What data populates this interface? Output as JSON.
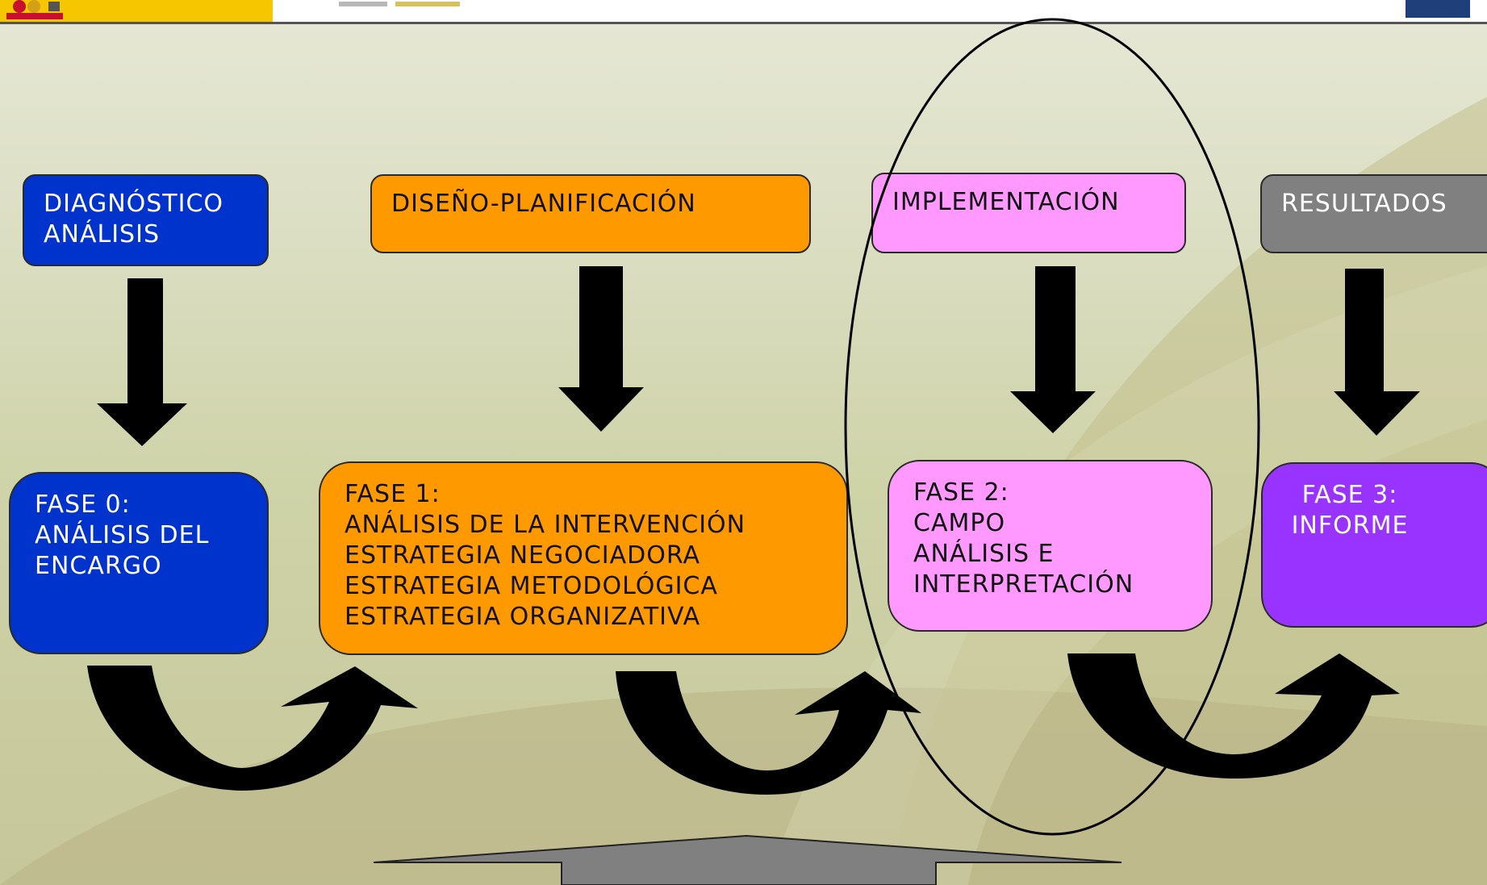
{
  "header": {
    "left_logo_icon": "coat-of-arms-icon",
    "center_logo_icon": "ministry-logo-icon",
    "right_logo_icon": "agency-logo-icon"
  },
  "stages": [
    {
      "label": "DIAGNÓSTICO\nANÁLISIS",
      "color": "#0033cc"
    },
    {
      "label": "DISEÑO-PLANIFICACIÓN",
      "color": "#ff9900"
    },
    {
      "label": "IMPLEMENTACIÓN",
      "color": "#ff99ff"
    },
    {
      "label": "RESULTADOS",
      "color": "#808080"
    }
  ],
  "phases": [
    {
      "label": "FASE 0:\nANÁLISIS DEL\nENCARGO",
      "color": "#0033cc"
    },
    {
      "label": "FASE 1:\nANÁLISIS DE LA INTERVENCIÓN\nESTRATEGIA NEGOCIADORA\nESTRATEGIA METODOLÓGICA\nESTRATEGIA ORGANIZATIVA",
      "color": "#ff9900"
    },
    {
      "label": "FASE 2:\nCAMPO\nANÁLISIS E\nINTERPRETACIÓN",
      "color": "#ff99ff"
    },
    {
      "label": "FASE 3:\nINFORME",
      "color": "#9933ff"
    }
  ]
}
